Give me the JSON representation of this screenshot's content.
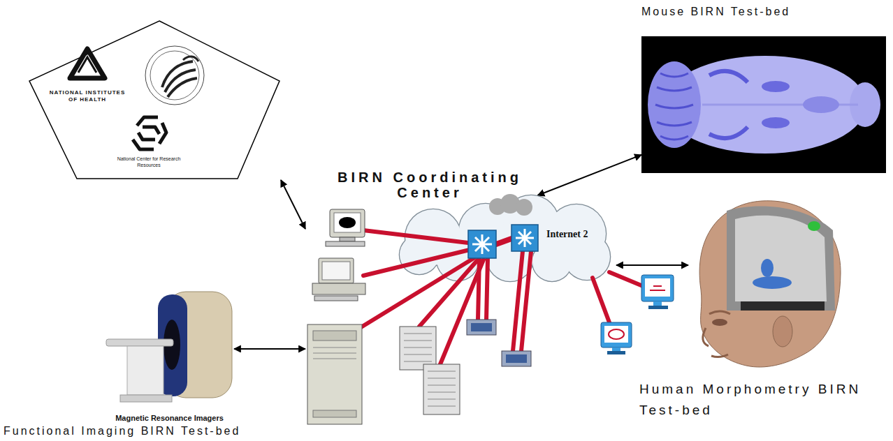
{
  "diagram": {
    "nodes": [
      {
        "text": [
          "NATIONAL INSTITUTES OF HEALTH",
          "National Center for Research Resources"
        ]
      },
      {
        "text": [
          "Mouse BIRN Test-bed"
        ]
      },
      {
        "text": [
          "BIRN Coordinating Center"
        ]
      },
      {
        "text": [
          "Internet 2"
        ],
        "in": 2
      },
      {
        "text": [
          "Human Morphometry BIRN Test-bed"
        ]
      },
      {
        "text": [
          "Magnetic Resonance Imagers",
          "Functional Imaging BIRN Test-bed"
        ]
      }
    ],
    "edges": [
      {
        "from": 0,
        "to": 2,
        "arrow": "both"
      },
      {
        "from": 1,
        "to": 3,
        "arrow": "both"
      },
      {
        "from": 3,
        "to": 4,
        "arrow": "both"
      },
      {
        "from": 5,
        "to": 2,
        "arrow": "both"
      }
    ]
  }
}
